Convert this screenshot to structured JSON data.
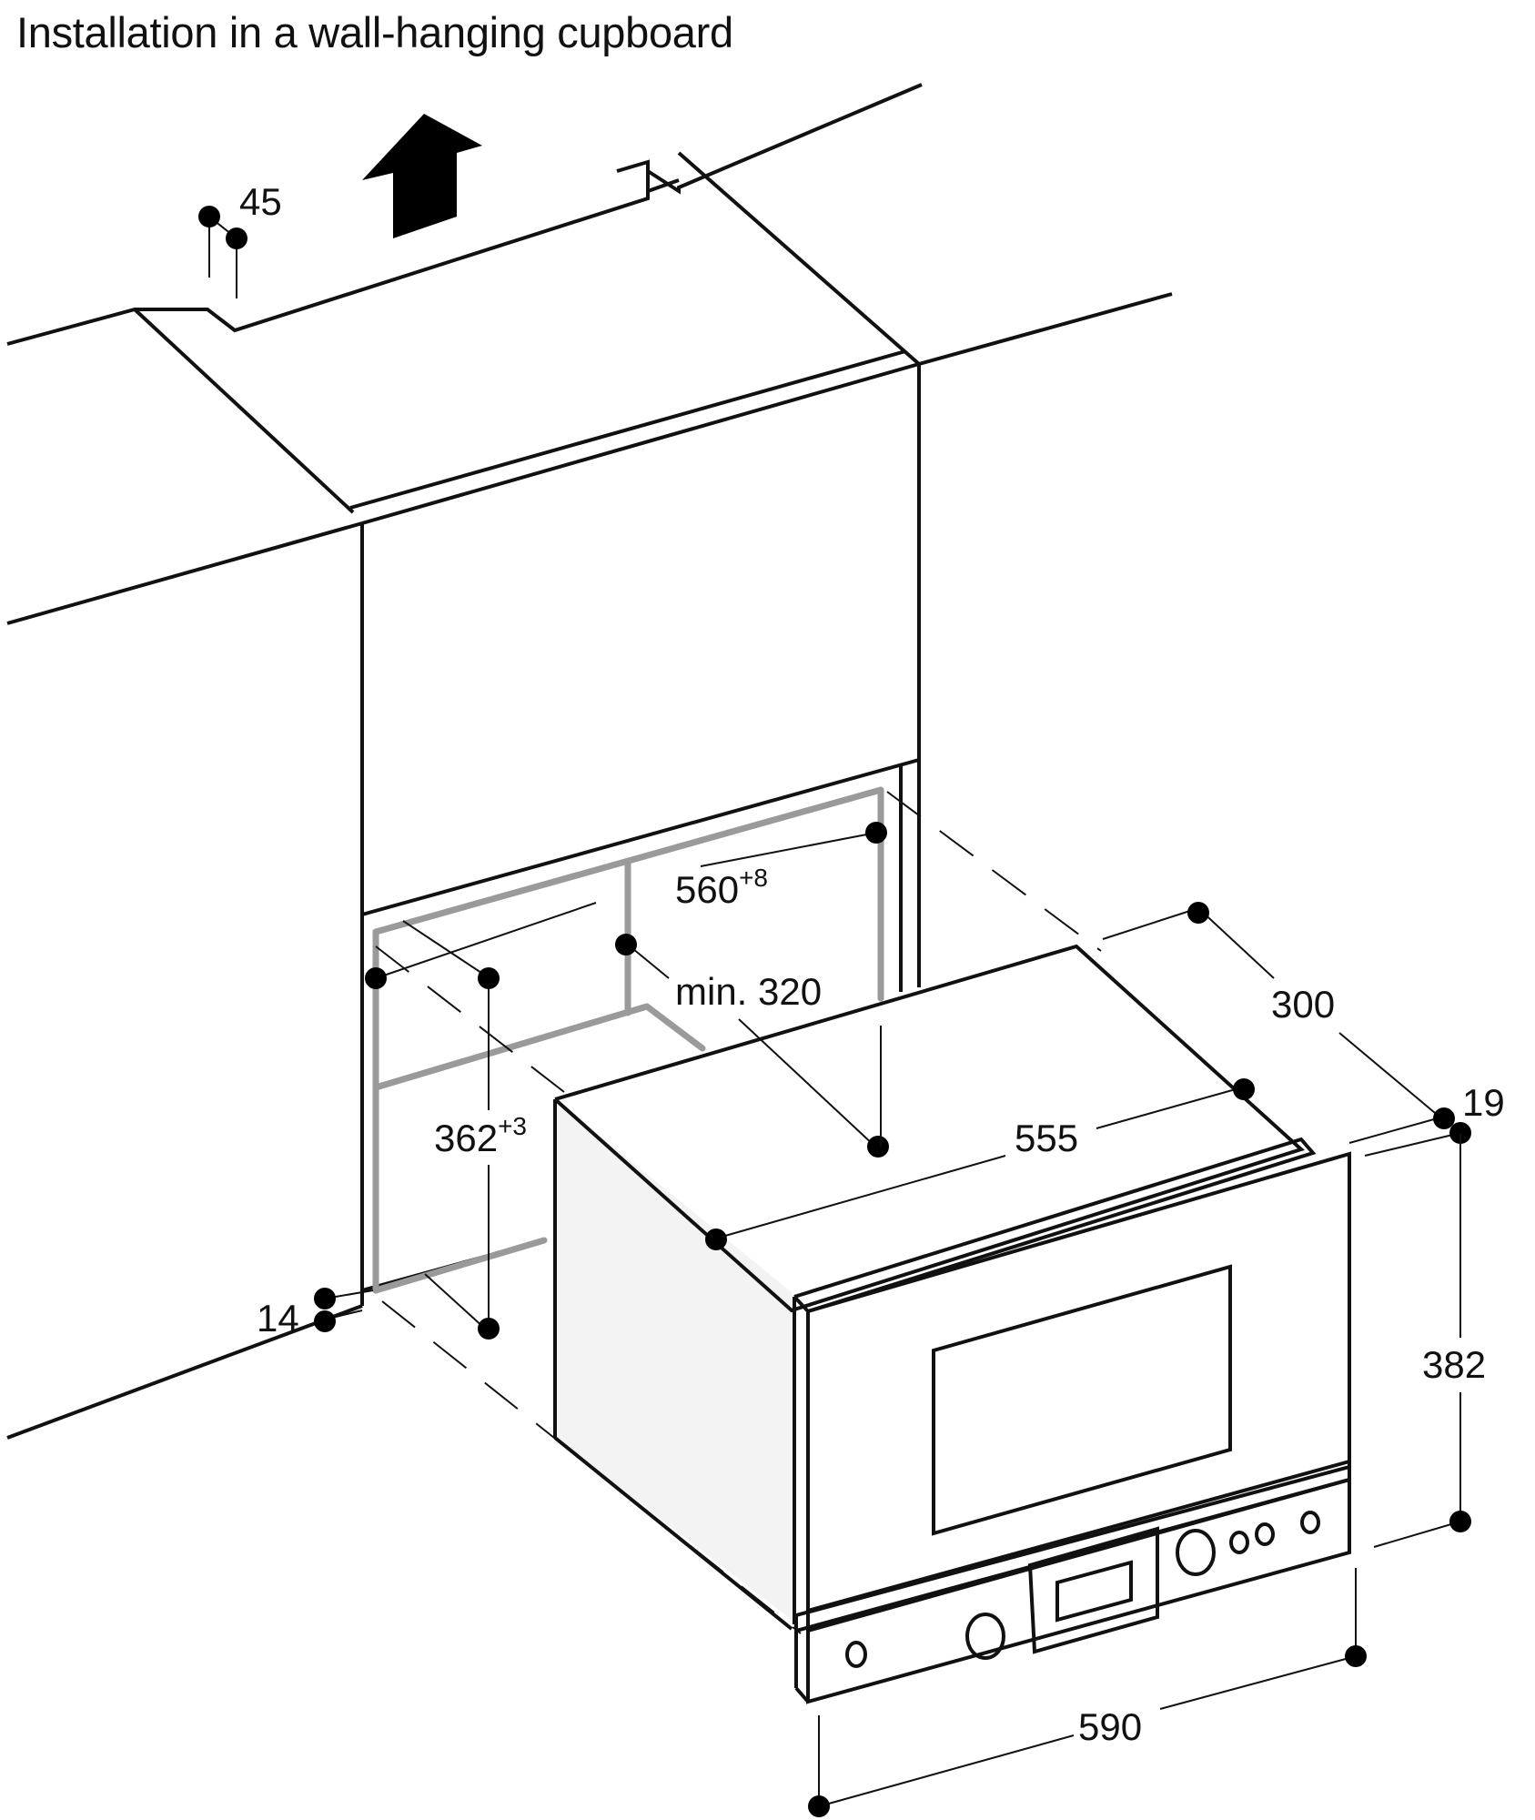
{
  "title": "Installation in a wall-hanging cupboard",
  "icons": {
    "airflow_arrow": "arrow-up-icon",
    "dimension_point": "dimension-dot-icon"
  },
  "colors": {
    "line": "#111111",
    "niche_outline": "#9a9a9a",
    "oven_side": "#f3f3f3"
  },
  "dimensions": {
    "ventilation_gap": {
      "label": "45",
      "unit": "mm"
    },
    "niche_width": {
      "label": "560",
      "tolerance": "+8",
      "unit": "mm"
    },
    "niche_depth_min": {
      "label": "min. 320",
      "unit": "mm"
    },
    "niche_height": {
      "label": "362",
      "tolerance": "+3",
      "unit": "mm"
    },
    "bottom_panel": {
      "label": "14",
      "unit": "mm"
    },
    "appliance_depth_body": {
      "label": "300",
      "unit": "mm"
    },
    "appliance_width_body": {
      "label": "555",
      "unit": "mm"
    },
    "front_panel_depth": {
      "label": "19",
      "unit": "mm"
    },
    "appliance_height": {
      "label": "382",
      "unit": "mm"
    },
    "appliance_width_front": {
      "label": "590",
      "unit": "mm"
    }
  }
}
